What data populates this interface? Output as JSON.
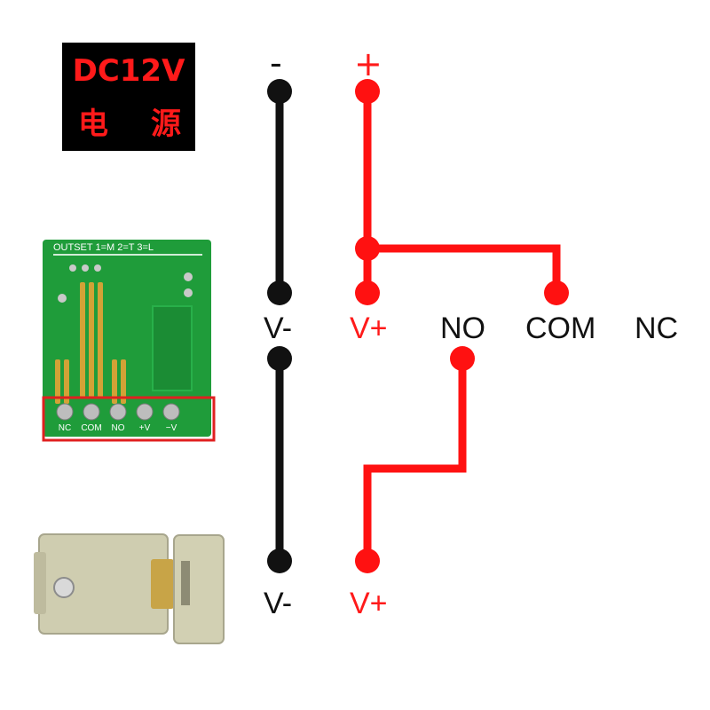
{
  "power_supply": {
    "line1": "DC12V",
    "line2a": "电",
    "line2b": "源"
  },
  "polarity": {
    "minus": "-",
    "plus": "+"
  },
  "board": {
    "header": "OUTSET  1=M  2=T  3=L",
    "terminals": [
      "NC",
      "COM",
      "NO",
      "+V",
      "−V"
    ]
  },
  "receiver_labels": {
    "vminus": "V-",
    "vplus": "V+",
    "no": "NO",
    "com": "COM",
    "nc": "NC"
  },
  "lock_labels": {
    "vminus": "V-",
    "vplus": "V+"
  },
  "colors": {
    "negative_wire": "#111111",
    "positive_wire": "#ff1111",
    "label_red": "#ff1a1a",
    "board_green": "#1f9c3a",
    "highlight_box": "#e02020"
  }
}
